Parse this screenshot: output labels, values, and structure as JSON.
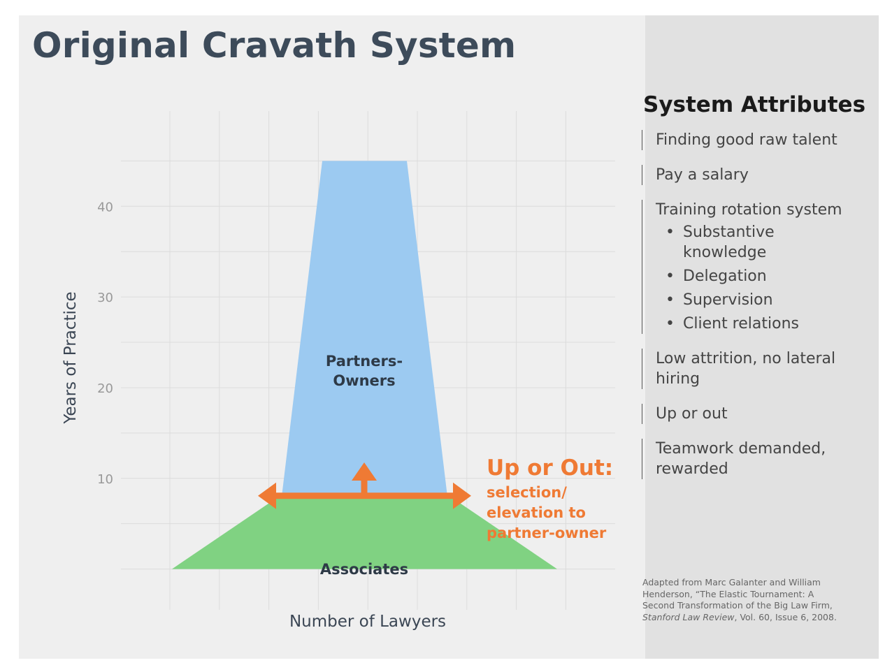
{
  "title": "Original Cravath System",
  "chart_data": {
    "type": "diagram",
    "xlabel": "Number of Lawyers",
    "ylabel": "Years of Practice",
    "ylim": [
      -4.5,
      50.5
    ],
    "y_ticks": [
      10,
      20,
      30,
      40
    ],
    "grid": true,
    "regions": [
      {
        "name": "Partners-Owners",
        "label": "Partners-\nOwners",
        "y_from": 8,
        "y_to": 45,
        "color": "#9ccaf1"
      },
      {
        "name": "Associates",
        "label": "Associates",
        "y_from": 0,
        "y_to": 8,
        "color": "#80d282"
      }
    ]
  },
  "callout": {
    "heading": "Up or Out:",
    "lines": [
      "selection/",
      "elevation to",
      "partner-owner"
    ],
    "color": "#ef7a34"
  },
  "sidebar": {
    "heading": "System Attributes",
    "items": [
      {
        "text": "Finding good raw talent",
        "sub": []
      },
      {
        "text": "Pay a salary",
        "sub": []
      },
      {
        "text": "Training rotation system",
        "sub": [
          "Substantive knowledge",
          "Delegation",
          "Supervision",
          "Client relations"
        ]
      },
      {
        "text": "Low attrition, no lateral hiring",
        "sub": []
      },
      {
        "text": "Up or out",
        "sub": []
      },
      {
        "text": "Teamwork demanded, rewarded",
        "sub": []
      }
    ],
    "credit": {
      "text": "Adapted from Marc Galanter and William Henderson, “The Elastic Tournament: A Second Transformation of the Big Law Firm,",
      "journal": "Stanford Law Review",
      "tail": ", Vol. 60, Issue 6, 2008."
    }
  }
}
